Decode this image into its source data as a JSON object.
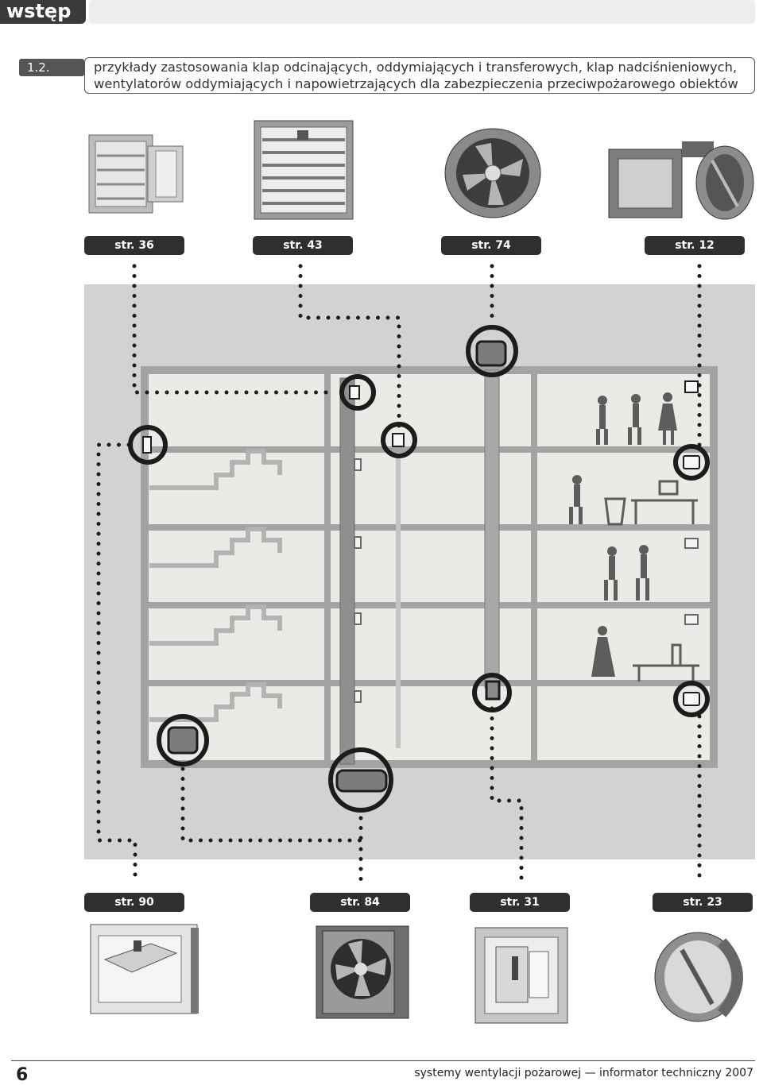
{
  "header": {
    "section_tag": "wstęp"
  },
  "section": {
    "number": "1.2.",
    "title_line1": "przykłady zastosowania klap odcinających, oddymiających i transferowych, klap nadciśnieniowych,",
    "title_line2": "wentylatorów oddymiających i napowietrzających dla zabezpieczenia przeciwpożarowego obiektów"
  },
  "top_refs": [
    {
      "label": "str. 36",
      "image": "fire-damper-rectangular-icon"
    },
    {
      "label": "str. 43",
      "image": "smoke-damper-multiblade-icon"
    },
    {
      "label": "str. 74",
      "image": "axial-fan-icon"
    },
    {
      "label": "str. 12",
      "image": "round-fire-damper-icon"
    }
  ],
  "bottom_refs": [
    {
      "label": "str. 90",
      "image": "overpressure-damper-icon"
    },
    {
      "label": "str. 84",
      "image": "box-fan-icon"
    },
    {
      "label": "str. 31",
      "image": "transfer-damper-icon"
    },
    {
      "label": "str. 23",
      "image": "round-damper-icon"
    }
  ],
  "colors": {
    "dark": "#2f2f2f",
    "building_bg": "#cfcfcf",
    "floor_bg": "#e9e9e6",
    "line": "#9a9a9a"
  },
  "footer": {
    "page_number": "6",
    "publication": "systemy wentylacji pożarowej — informator techniczny 2007"
  }
}
